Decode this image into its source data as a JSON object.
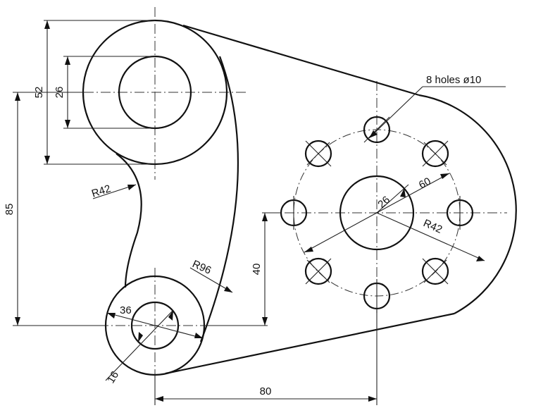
{
  "labels": {
    "dim_52": "52",
    "dim_26": "26",
    "dim_85": "85",
    "dim_40": "40",
    "dim_80": "80",
    "dim_36": "36",
    "dim_16": "16",
    "radius_r42_left": "R42",
    "radius_r96": "R96",
    "radius_r42_right": "R42",
    "dia_26_center": "26",
    "dia_60_pcd": "60",
    "holes_note": "8 holes ø10"
  },
  "colors": {
    "line": "#111111",
    "background": "#ffffff"
  }
}
